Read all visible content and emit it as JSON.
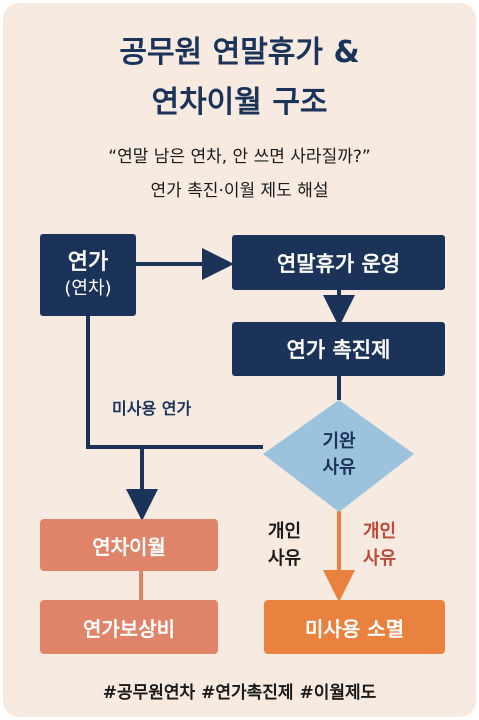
{
  "title": {
    "line1": "공무원 연말휴가 &",
    "line2": "연차이월 구조"
  },
  "subtitle": {
    "quote": "“연말 남은 연차, 안 쓰면 사라질까?”",
    "desc": "연가 촉진·이월 제도 해설"
  },
  "nodes": {
    "annual_leave": {
      "label": "연가",
      "sub": "(연차)"
    },
    "year_end_leave": {
      "label": "연말휴가 운영"
    },
    "promotion": {
      "label": "연가 촉진제"
    },
    "reason_check": {
      "line1": "기완",
      "line2": "사유"
    },
    "carryover": {
      "label": "연차이월"
    },
    "compensation": {
      "label": "연가보상비"
    },
    "expiry": {
      "label": "미사용 소멸"
    }
  },
  "edge_labels": {
    "unused_leave": "미사용 연가",
    "personal_reason_a": {
      "line1": "개인",
      "line2": "사유"
    },
    "personal_reason_b": {
      "line1": "개인",
      "line2": "사유"
    }
  },
  "hashtags": "#공무원연차 #연가촉진제 #이월제도",
  "colors": {
    "background": "#f7ebe1",
    "navy": "#1b3358",
    "diamond": "#9cc3de",
    "salmon": "#df8468",
    "orange": "#e9823e",
    "red_text": "#c0483a"
  }
}
